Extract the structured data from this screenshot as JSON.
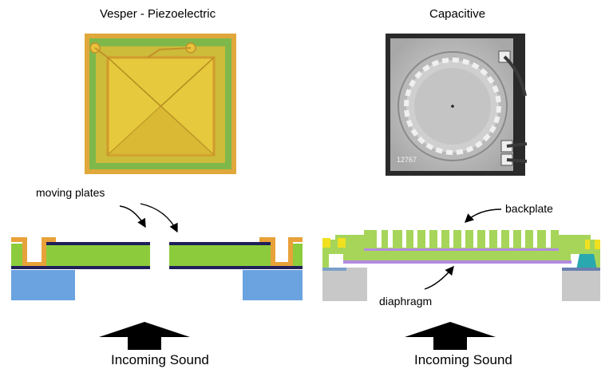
{
  "left_panel": {
    "title": "Vesper - Piezoelectric",
    "annotation": "moving plates",
    "sound_label": "Incoming Sound"
  },
  "right_panel": {
    "title": "Capacitive",
    "annotation_top": "backplate",
    "annotation_bottom": "diaphragm",
    "sound_label": "Incoming Sound",
    "chip_marks": [
      "12767"
    ]
  },
  "colors": {
    "piezo_green": "#8ccc3c",
    "electrode_navy": "#1f1f5a",
    "contact_orange": "#e8a23a",
    "substrate_blue": "#6aa3e0",
    "diaphragm_purple": "#b38be0",
    "silicon_gray": "#c8c8c8",
    "contact_yellow": "#f0e020",
    "teal_block": "#2aa8b0"
  }
}
